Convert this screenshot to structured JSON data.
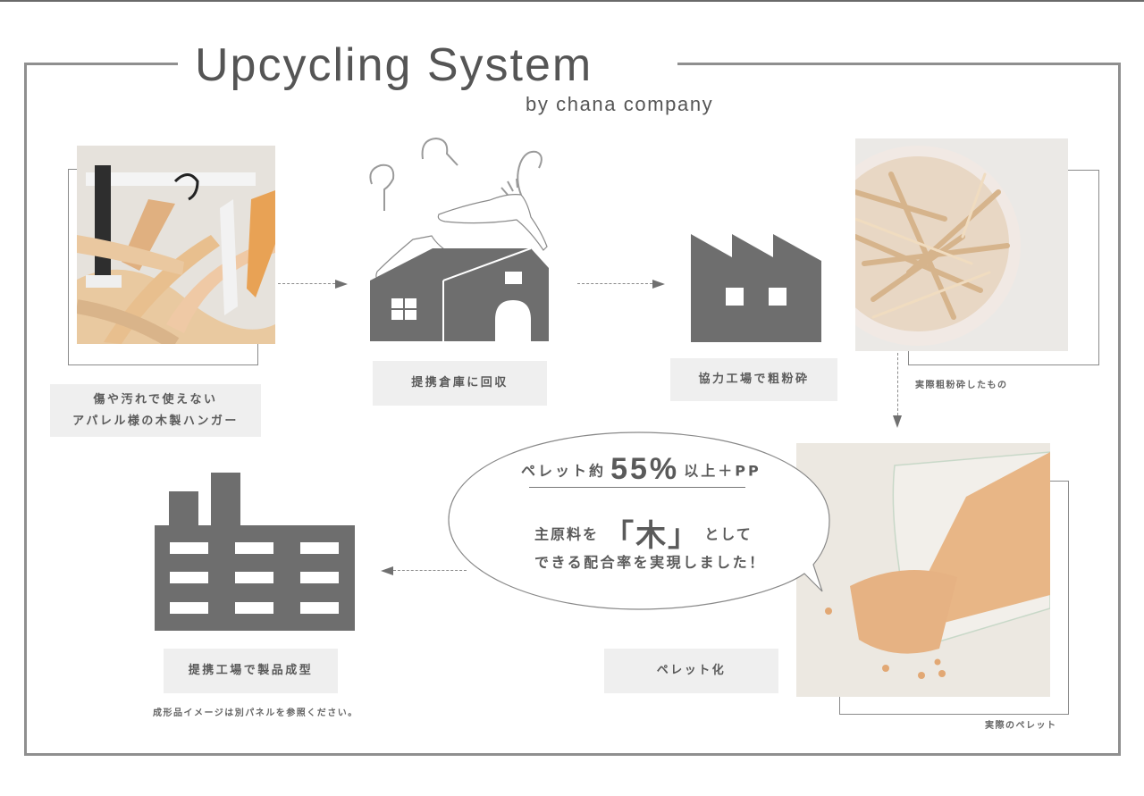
{
  "header": {
    "title": "Upcycling System",
    "subtitle": "by chana company"
  },
  "steps": [
    {
      "id": "source",
      "label_line1": "傷や汚れで使えない",
      "label_line2": "アパレル様の木製ハンガー",
      "image": "wooden-hangers-photo"
    },
    {
      "id": "collect",
      "label": "提携倉庫に回収",
      "icon": "warehouse-with-hangers-icon"
    },
    {
      "id": "crush",
      "label": "協力工場で粗粉砕",
      "icon": "factory-icon"
    },
    {
      "id": "crushed-sample",
      "caption": "実際粗粉砕したもの",
      "image": "crushed-wood-bowl-photo"
    },
    {
      "id": "pellet",
      "label": "ペレット化",
      "caption": "実際のペレット",
      "image": "wood-pellets-photo"
    },
    {
      "id": "mold",
      "label": "提携工場で製品成型",
      "caption": "成形品イメージは別パネルを参照ください。",
      "icon": "manufacturing-plant-icon"
    }
  ],
  "bubble": {
    "line1_prefix": "ペレット約",
    "line1_value": "55%",
    "line1_suffix": "以上＋PP",
    "line2_prefix": "主原料を",
    "line2_highlight": "「木」",
    "line2_suffix": "として",
    "line3": "できる配合率を実現しました！"
  },
  "colors": {
    "icon_gray": "#6e6e6e",
    "label_bg": "#efefef",
    "frame": "#8f8f8f",
    "text": "#555555"
  }
}
